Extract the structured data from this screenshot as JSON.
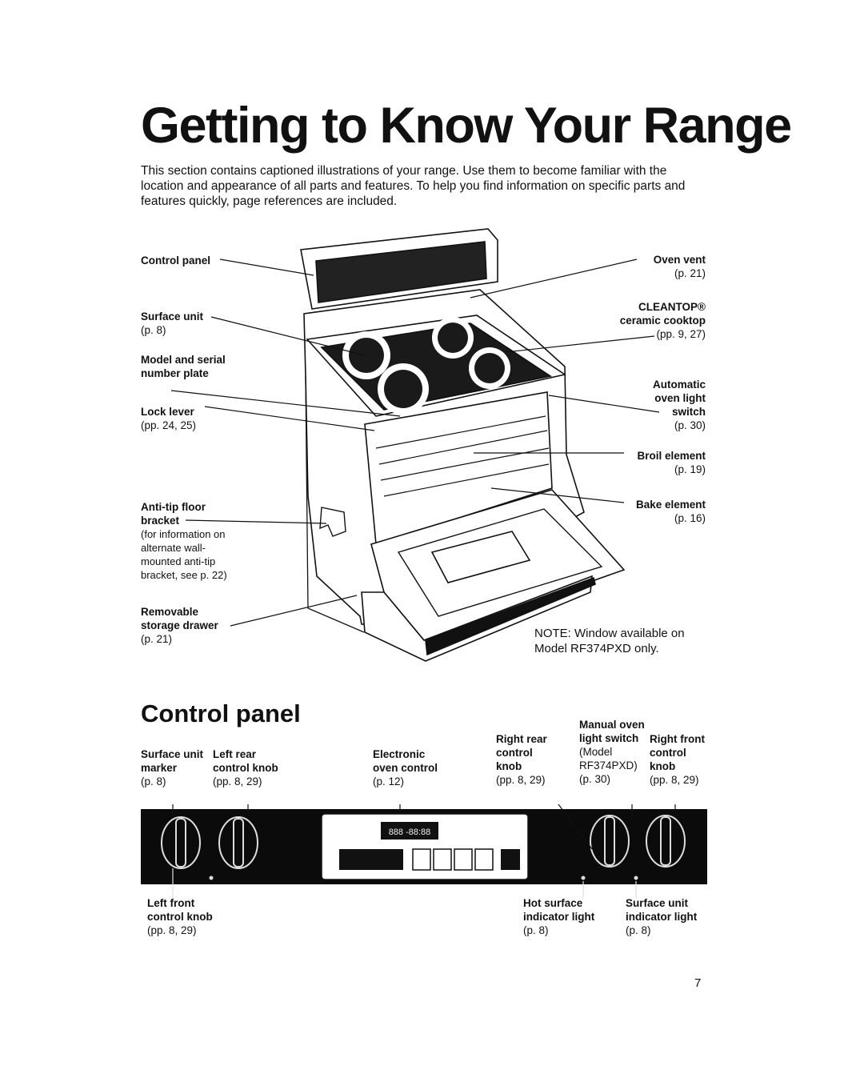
{
  "title": "Getting to Know Your Range",
  "intro": "This section contains captioned illustrations of your range. Use them to become familiar with the location and appearance of all parts and features. To help you find information on specific parts and features quickly, page references are included.",
  "range_labels": {
    "control_panel": "Control panel",
    "surface_unit": "Surface unit",
    "surface_unit_ref": "(p. 8)",
    "model_serial": "Model and serial number plate",
    "lock_lever": "Lock lever",
    "lock_lever_ref": "(pp. 24, 25)",
    "anti_tip": "Anti-tip floor bracket",
    "anti_tip_note": "(for information on alternate wall-mounted anti-tip bracket, see p. 22)",
    "drawer": "Removable storage drawer",
    "drawer_ref": "(p. 21)",
    "oven_vent": "Oven vent",
    "oven_vent_ref": "(p. 21)",
    "cleantop": "CLEANTOP® ceramic cooktop",
    "cleantop_ref": "(pp. 9, 27)",
    "light_switch": "Automatic oven light switch",
    "light_switch_ref": "(p. 30)",
    "broil": "Broil element",
    "broil_ref": "(p. 19)",
    "bake": "Bake element",
    "bake_ref": "(p. 16)"
  },
  "note": {
    "label": "NOTE:",
    "line1": "Window available on",
    "line2": "Model RF374PXD only."
  },
  "control_panel": {
    "heading": "Control panel",
    "surface_marker": "Surface unit marker",
    "surface_marker_ref": "(p. 8)",
    "left_rear": "Left rear control knob",
    "left_rear_ref": "(pp. 8, 29)",
    "electronic": "Electronic oven control",
    "electronic_ref": "(p. 12)",
    "right_rear": "Right rear control knob",
    "right_rear_ref": "(pp. 8, 29)",
    "manual_light": "Manual oven light switch",
    "manual_light_model": "(Model RF374PXD)",
    "manual_light_ref": "(p. 30)",
    "right_front": "Right front control knob",
    "right_front_ref": "(pp. 8, 29)",
    "left_front": "Left front control knob",
    "left_front_ref": "(pp. 8, 29)",
    "hot_surface": "Hot surface indicator light",
    "hot_surface_ref": "(p. 8)",
    "surface_indicator": "Surface unit indicator light",
    "surface_indicator_ref": "(p. 8)",
    "display": "888 -88:88"
  },
  "page_number": "7"
}
